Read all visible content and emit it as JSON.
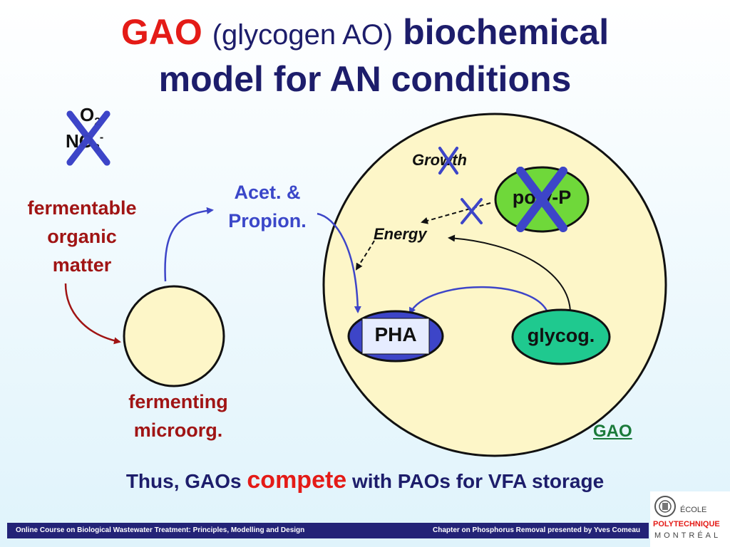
{
  "title": {
    "gao": "GAO",
    "glycogen": "(glycogen AO)",
    "rest1": "biochemical",
    "line2": "model for AN conditions"
  },
  "acceptors": {
    "o2": "O",
    "o2_sub": "2",
    "no3": "NO",
    "no3_sub": "3",
    "no3_sup": "-"
  },
  "left": {
    "substrate_line1": "fermentable",
    "substrate_line2": "organic",
    "substrate_line3": "matter",
    "organism_line1": "fermenting",
    "organism_line2": "microorg."
  },
  "vfa": {
    "line1": "Acet. &",
    "line2": "Propion."
  },
  "cell": {
    "growth": "Growth",
    "energy": "Energy",
    "polyp": "poly-P",
    "pha": "PHA",
    "glycogen": "glycog.",
    "gao_label": "GAO"
  },
  "conclusion": {
    "part1": "Thus, GAOs",
    "part2": "compete",
    "part3": "with PAOs for VFA storage"
  },
  "footer": {
    "left": "Online Course on Biological Wastewater Treatment: Principles, Modelling and Design",
    "right": "Chapter on Phosphorus Removal presented by Yves Comeau"
  },
  "logo": {
    "line1": "ÉCOLE",
    "line2": "POLYTECHNIQUE",
    "line3": "MONTRÉAL"
  },
  "colors": {
    "title_navy": "#1d1d6b",
    "title_red": "#e41b17",
    "cross_blue": "#3d45c8",
    "cell_fill": "#fdf6c8",
    "green_fill": "#6fd83a",
    "teal_fill": "#1fc98f",
    "dark_red": "#a01414"
  }
}
